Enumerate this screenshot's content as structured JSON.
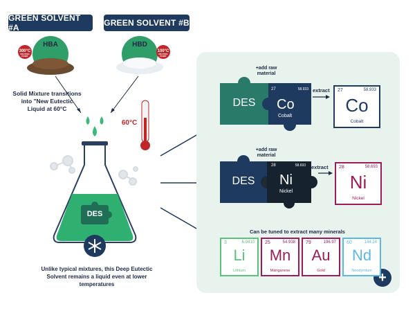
{
  "badges": {
    "a": "GREEN SOLVENT #A",
    "b": "GREEN SOLVENT #B"
  },
  "hba": {
    "label": "HBA",
    "temp": "300°C",
    "temp_note": "MELTING POINT"
  },
  "hbd": {
    "label": "HBD",
    "temp": "100°C",
    "temp_note": "MELTING POINT"
  },
  "mixture_text": "Solid Mixture transitions into \"New Eutectic Liquid at 60°C",
  "thermometer_label": "60°C",
  "flask_label": "DES",
  "bottom_text": "Unlike typical mixtures, this Deep Eutectic Solvent remains a liquid even at lower temperatures",
  "row1": {
    "add_raw": "+add raw material",
    "des": "DES",
    "element": {
      "number": "27",
      "mass": "58.933",
      "symbol": "Co",
      "name": "Cobalt"
    },
    "extract": "extract",
    "result": {
      "number": "27",
      "mass": "58.933",
      "symbol": "Co",
      "name": "Cobalt"
    }
  },
  "row2": {
    "add_raw": "+add raw material",
    "des": "DES",
    "element": {
      "number": "28",
      "mass": "58.693",
      "symbol": "Ni",
      "name": "Nickel"
    },
    "extract": "extract",
    "result": {
      "number": "28",
      "mass": "58.693",
      "symbol": "Ni",
      "name": "Nickel"
    }
  },
  "tuned_text": "Can be tuned to extract many minerals",
  "minerals": [
    {
      "number": "3",
      "mass": "6.9410",
      "symbol": "Li",
      "name": "Lithium",
      "color": "#5cc17a"
    },
    {
      "number": "25",
      "mass": "54.938",
      "symbol": "Mn",
      "name": "Manganese",
      "color": "#9a1d5a"
    },
    {
      "number": "79",
      "mass": "196.97",
      "symbol": "Au",
      "name": "Gold",
      "color": "#9a1d5a"
    },
    {
      "number": "60",
      "mass": "144.24",
      "symbol": "Nd",
      "name": "Neodymium",
      "color": "#5bb7e6"
    }
  ],
  "plus_symbol": "+",
  "colors": {
    "navy": "#1e3a5f",
    "teal": "#2a7a6a",
    "green": "#3cb878",
    "crimson": "#9a1d5a",
    "red": "#c0252a"
  }
}
